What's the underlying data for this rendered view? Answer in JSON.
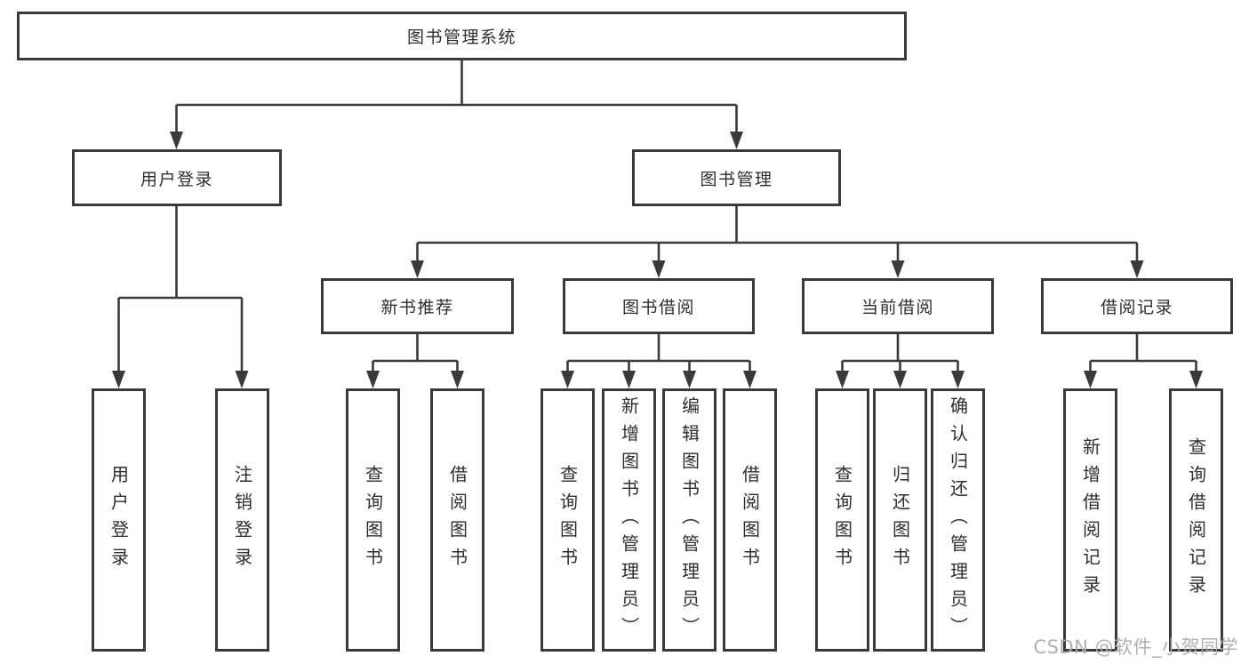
{
  "diagram_type": "hierarchy-tree",
  "colors": {
    "line": "#3a3a3a",
    "box_border": "#3a3a3a",
    "box_background": "#ffffff",
    "text": "#2e2e2e",
    "watermark": "#acacac",
    "page_background": "#ffffff"
  },
  "tree": {
    "label": "图书管理系统",
    "children": [
      {
        "label": "用户登录",
        "children": [
          {
            "label": "用户登录"
          },
          {
            "label": "注销登录"
          }
        ]
      },
      {
        "label": "图书管理",
        "children": [
          {
            "label": "新书推荐",
            "children": [
              {
                "label": "查询图书"
              },
              {
                "label": "借阅图书"
              }
            ]
          },
          {
            "label": "图书借阅",
            "children": [
              {
                "label": "查询图书"
              },
              {
                "label": "新增图书（管理员）"
              },
              {
                "label": "编辑图书（管理员）"
              },
              {
                "label": "借阅图书"
              }
            ]
          },
          {
            "label": "当前借阅",
            "children": [
              {
                "label": "查询图书"
              },
              {
                "label": "归还图书"
              },
              {
                "label": "确认归还（管理员）"
              }
            ]
          },
          {
            "label": "借阅记录",
            "children": [
              {
                "label": "新增借阅记录"
              },
              {
                "label": "查询借阅记录"
              }
            ]
          }
        ]
      }
    ]
  },
  "watermark": {
    "text": "CSDN @软件_小贺同学"
  }
}
